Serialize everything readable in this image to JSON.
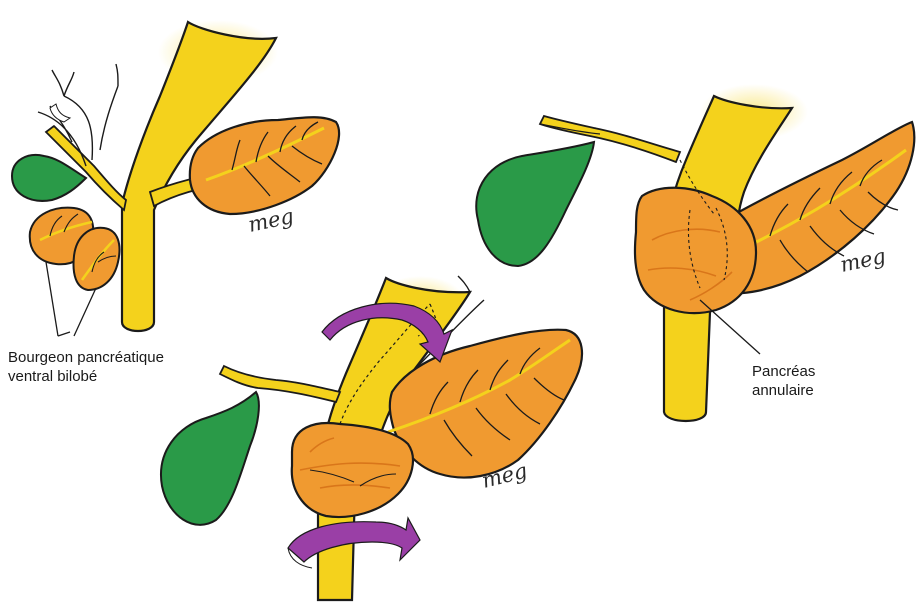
{
  "labels": {
    "ventral_bud_line1": "Bourgeon pancréatique",
    "ventral_bud_line2": "ventral bilobé",
    "annular_line1": "Pancréas",
    "annular_line2": "annulaire"
  },
  "signatures": [
    "meg",
    "meg",
    "meg"
  ],
  "colors": {
    "duct_yellow": "#f4d21c",
    "duct_glow": "#fae98c",
    "pancreas_orange": "#f09a30",
    "pancreas_dark": "#d9761a",
    "gallbladder_green": "#2a9a48",
    "rotation_arrow_purple": "#9a3fa6",
    "outline": "#1b1b1b"
  },
  "icons": {
    "rotation_arrow_top": "rotation-arrow-icon",
    "rotation_arrow_bottom": "rotation-arrow-icon"
  }
}
